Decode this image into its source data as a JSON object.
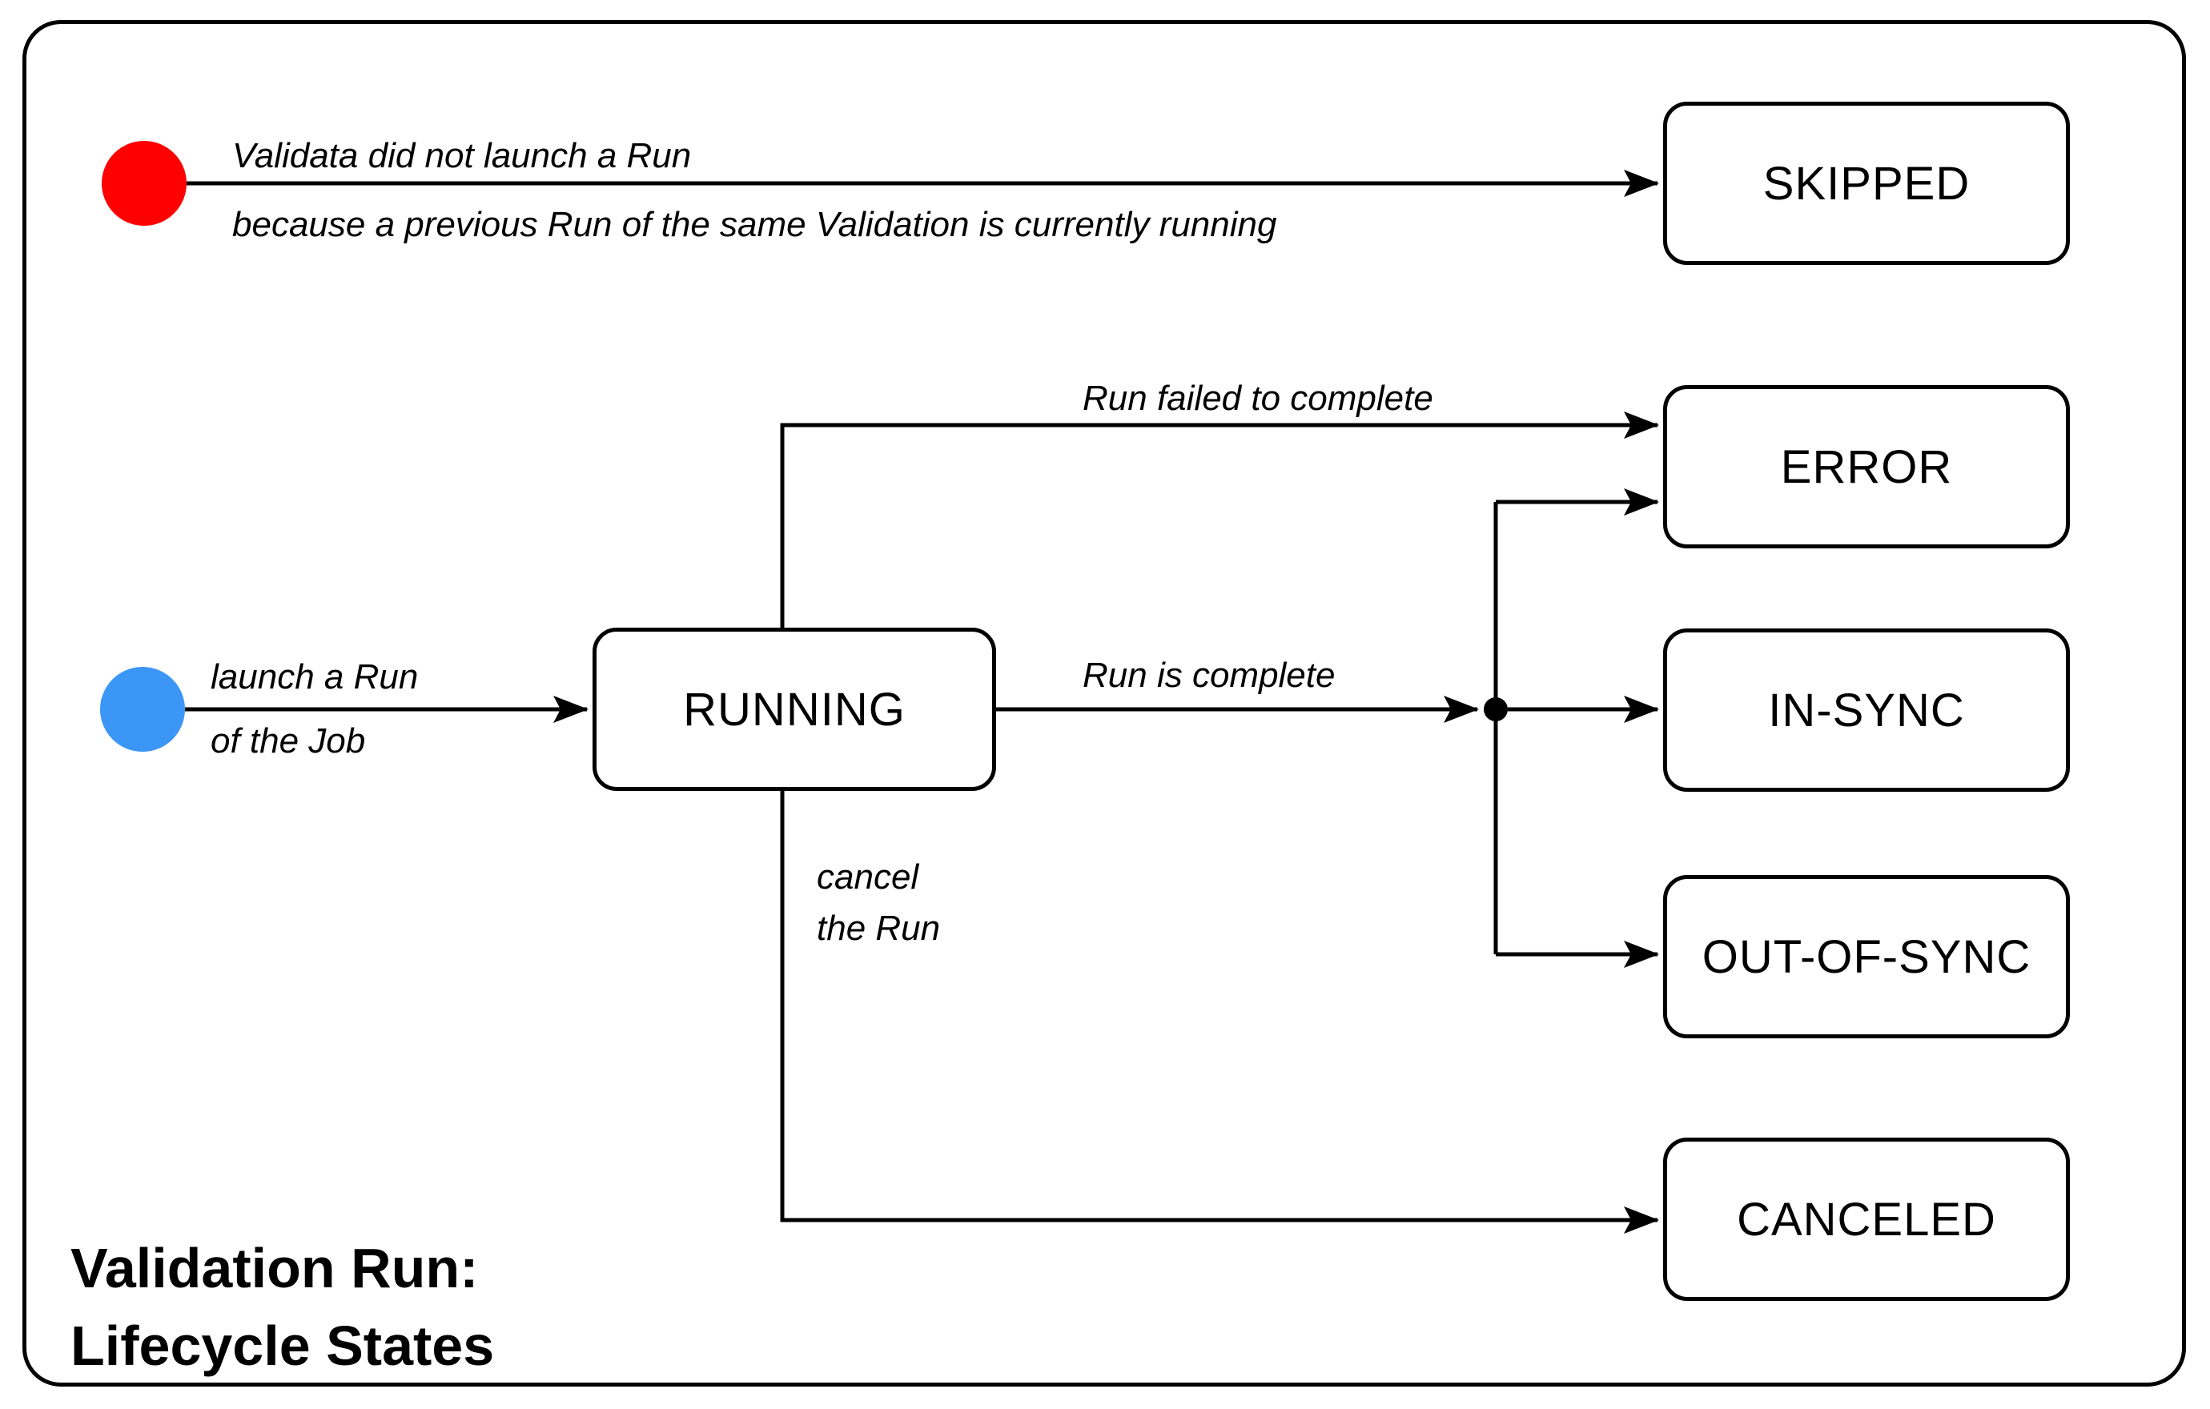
{
  "title": {
    "line1": "Validation Run:",
    "line2": "Lifecycle States"
  },
  "states": {
    "running": "RUNNING",
    "skipped": "SKIPPED",
    "error": "ERROR",
    "in_sync": "IN-SYNC",
    "out_of_sync": "OUT-OF-SYNC",
    "canceled": "CANCELED"
  },
  "transitions": {
    "skipped_reason_line1": "Validata did not launch a Run",
    "skipped_reason_line2": "because a previous Run of the same Validation is currently running",
    "launch_line1": "launch a Run",
    "launch_line2": "of the Job",
    "run_failed": "Run failed to complete",
    "run_complete": "Run is complete",
    "cancel_line1": "cancel",
    "cancel_line2": "the Run"
  },
  "colors": {
    "start_skipped_node": "#ff0000",
    "start_running_node": "#3b96f6",
    "line": "#000000",
    "box_fill": "#ffffff"
  }
}
